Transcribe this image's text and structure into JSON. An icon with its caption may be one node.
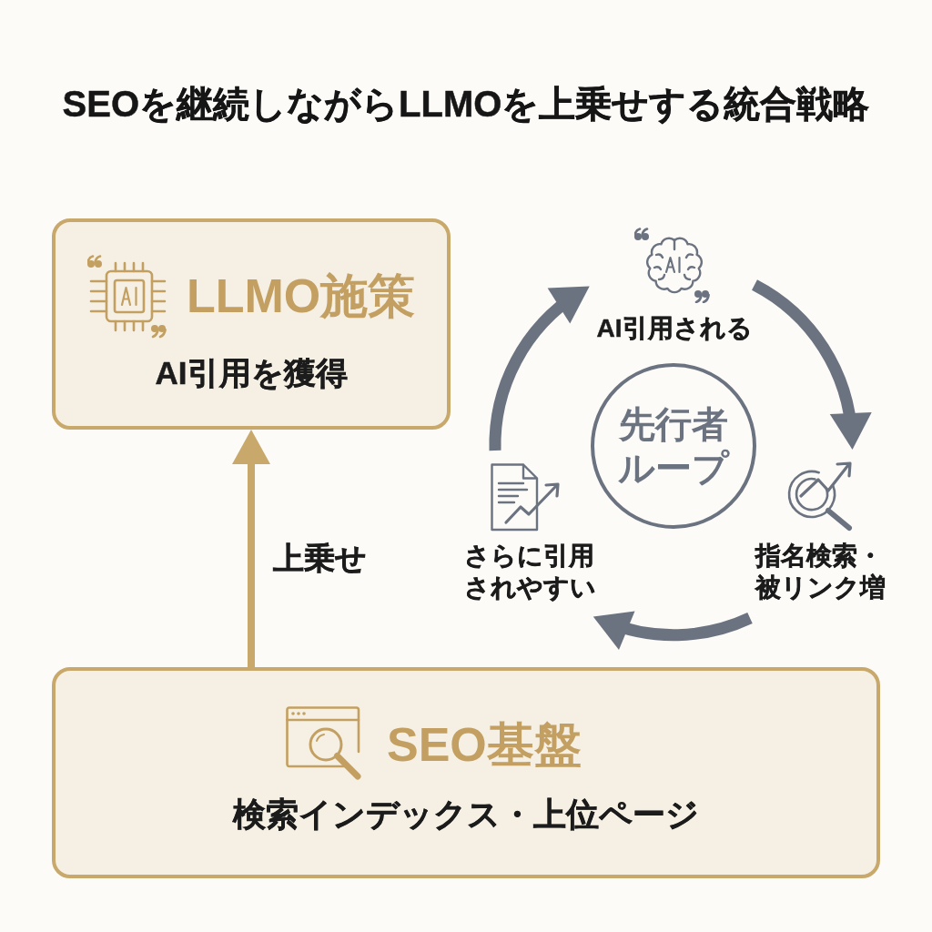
{
  "diagram": {
    "title": "SEOを継続しながらLLMOを上乗せする統合戦略",
    "nodes": [
      {
        "text": [
          "LLMO施策",
          "AI引用を獲得"
        ]
      },
      {
        "text": [
          "SEO基盤",
          "検索インデックス・上位ページ"
        ]
      },
      {
        "text": [
          "先行者ループ"
        ]
      },
      {
        "text": [
          "AI引用される"
        ]
      },
      {
        "text": [
          "指名検索・被リンク増"
        ]
      },
      {
        "text": [
          "さらに引用されやすい"
        ]
      }
    ],
    "edges": [
      {
        "from": 1,
        "to": 0,
        "arrow": "to",
        "label": "上乗せ",
        "color": "#c8a86b"
      },
      {
        "from": 3,
        "to": 4,
        "arrow": "to"
      },
      {
        "from": 4,
        "to": 5,
        "arrow": "to"
      },
      {
        "from": 5,
        "to": 3,
        "arrow": "to"
      }
    ]
  }
}
